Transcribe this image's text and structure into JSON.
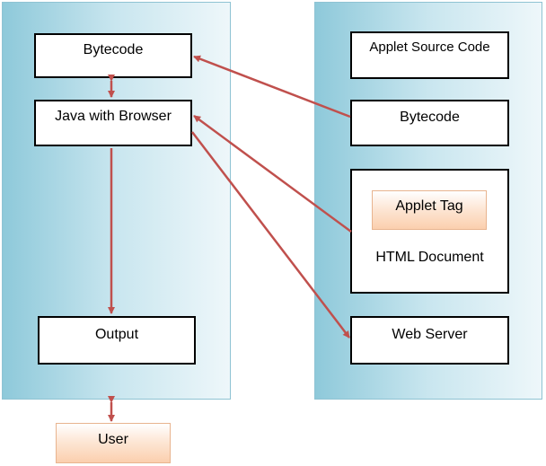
{
  "boxes": {
    "bytecode_left": "Bytecode",
    "java_with_browser": "Java with Browser",
    "output": "Output",
    "user": "User",
    "applet_source_code": "Applet Source Code",
    "bytecode_right": "Bytecode",
    "applet_tag": "Applet Tag",
    "html_document": "HTML Document",
    "web_server": "Web Server"
  },
  "colors": {
    "arrow": "#c0504d",
    "panel": "#a9d8e6",
    "highlight_box": "#fcd5b5"
  }
}
